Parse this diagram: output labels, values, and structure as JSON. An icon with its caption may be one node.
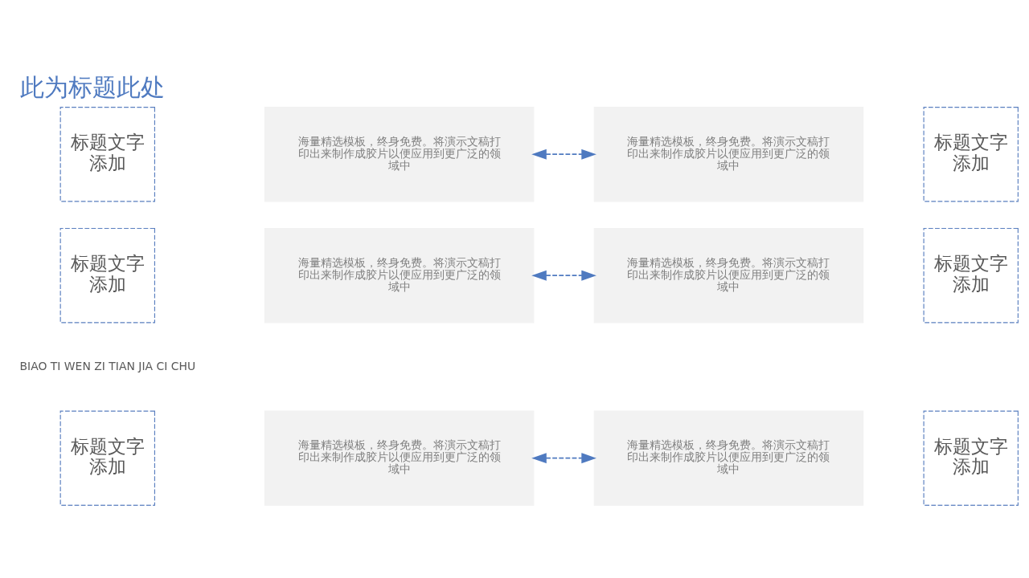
{
  "diagram": {
    "title": "此为标题此处",
    "nodes": [
      {
        "text": [
          "标题文字添加"
        ]
      },
      {
        "text": [
          "海量精选模板，终身免费。将演示文稿打印出来制作成胶片以便应用到更广泛的领域中"
        ]
      },
      {
        "text": [
          "海量精选模板，终身免费。将演示文稿打印出来制作成胶片以便应用到更广泛的领域中"
        ]
      },
      {
        "text": [
          "标题文字添加"
        ]
      },
      {
        "text": [
          "标题文字添加"
        ]
      },
      {
        "text": [
          "海量精选模板，终身免费。将演示文稿打印出来制作成胶片以便应用到更广泛的领域中"
        ]
      },
      {
        "text": [
          "海量精选模板，终身免费。将演示文稿打印出来制作成胶片以便应用到更广泛的领域中"
        ]
      },
      {
        "text": [
          "标题文字添加"
        ]
      },
      {
        "text": [
          "标题文字添加"
        ]
      },
      {
        "text": [
          "海量精选模板，终身免费。将演示文稿打印出来制作成胶片以便应用到更广泛的领域中"
        ]
      },
      {
        "text": [
          "海量精选模板，终身免费。将演示文稿打印出来制作成胶片以便应用到更广泛的领域中"
        ]
      },
      {
        "text": [
          "标题文字添加"
        ]
      }
    ],
    "edges": [
      {
        "from": 1,
        "to": 2,
        "arrow": "both",
        "style": "dashed"
      },
      {
        "from": 5,
        "to": 6,
        "arrow": "both",
        "style": "dashed"
      },
      {
        "from": 9,
        "to": 10,
        "arrow": "both",
        "style": "dashed"
      }
    ],
    "labels": [
      "BIAO TI WEN ZI TIAN JIA CI CHU"
    ]
  }
}
